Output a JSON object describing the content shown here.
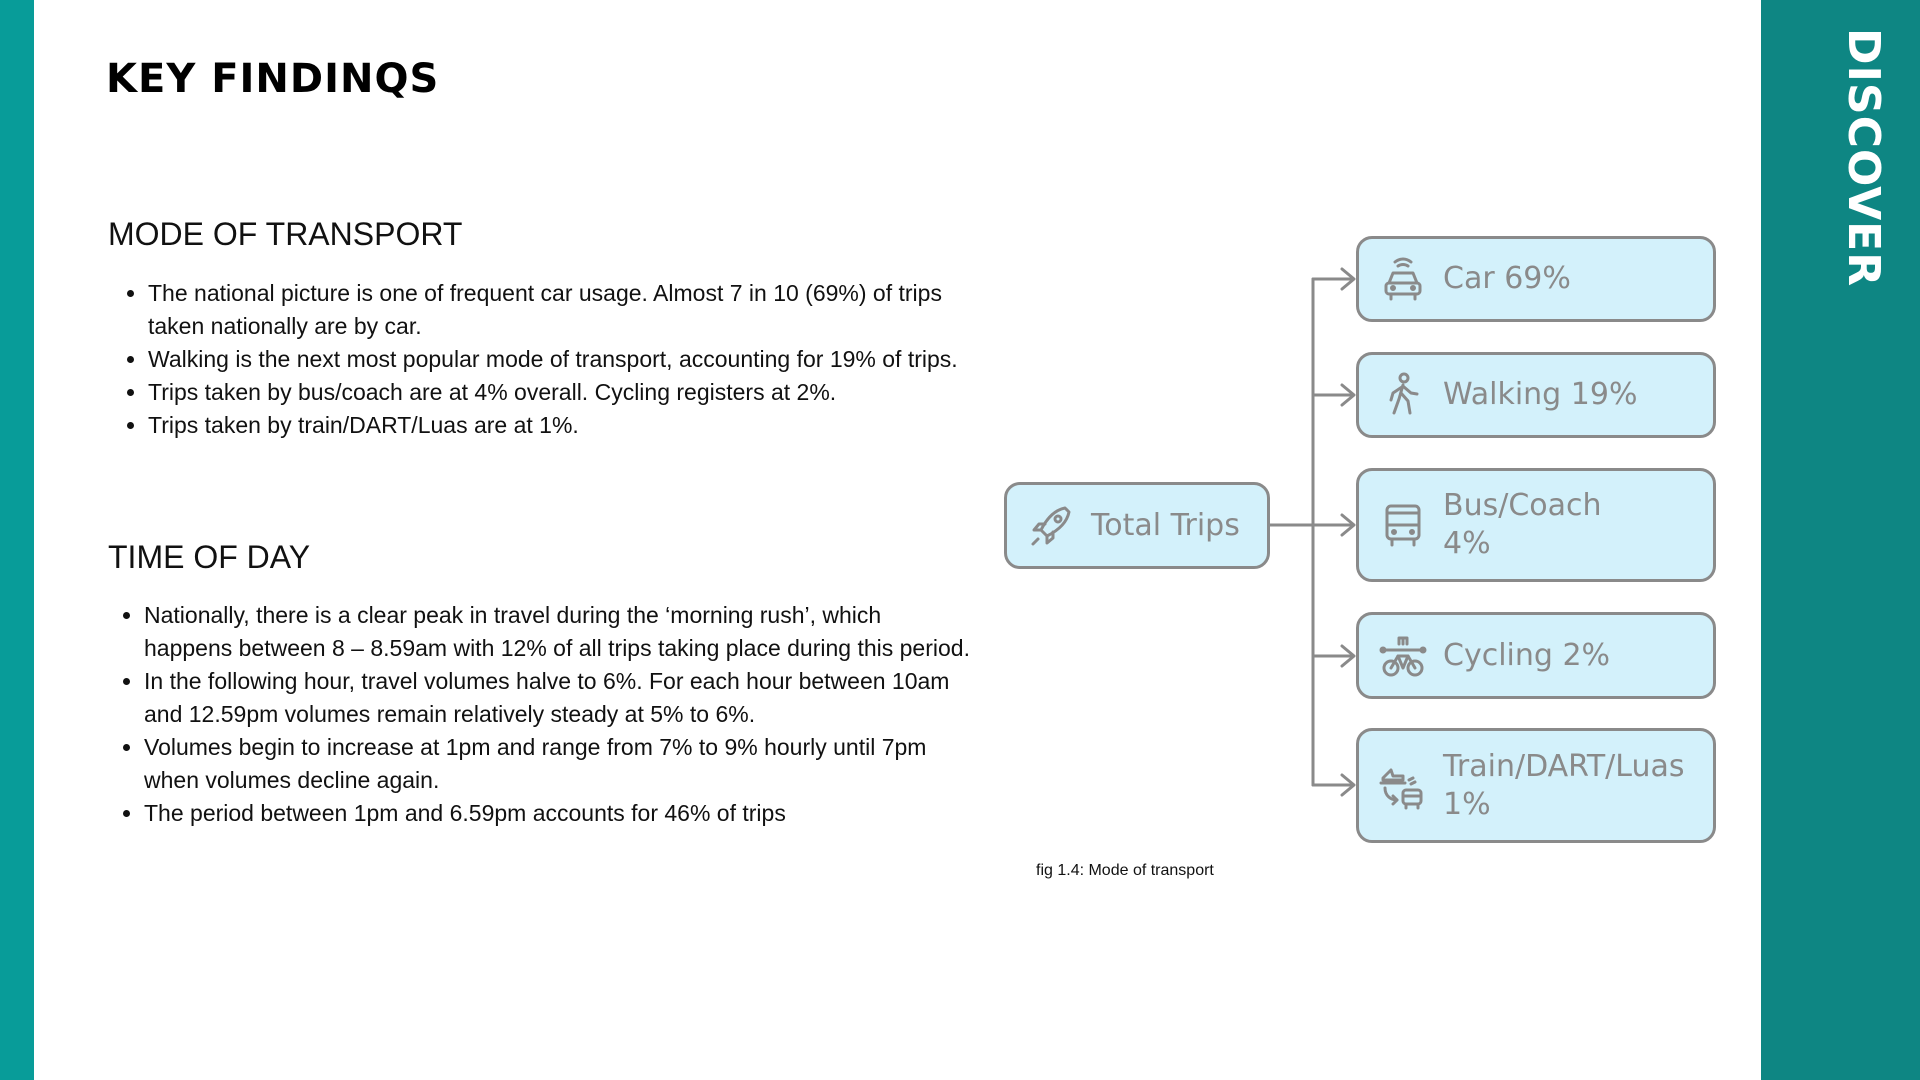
{
  "page_title": "KEY FINDINQS",
  "side_label": "DISCOVER",
  "sections": [
    {
      "heading": "MODE OF TRANSPORT",
      "bullets": [
        " The national picture is one of frequent car usage. Almost 7 in 10 (69%) of trips taken nationally are by car.",
        "Walking is the next most popular mode of transport, accounting for 19% of trips.",
        "Trips taken by bus/coach are at 4% overall. Cycling registers at 2%.",
        "Trips taken by train/DART/Luas are at 1%."
      ]
    },
    {
      "heading": "TIME OF DAY",
      "bullets": [
        " Nationally, there is a clear peak in travel during the ‘morning rush’, which happens between 8 – 8.59am with 12% of all trips taking place during this period.",
        "In the following hour, travel volumes halve to 6%. For each hour between 10am and 12.59pm volumes remain relatively steady at 5% to 6%.",
        "Volumes begin to increase at 1pm and range from 7% to 9% hourly until 7pm when volumes decline again.",
        "The period between 1pm and 6.59pm accounts for 46% of trips"
      ]
    }
  ],
  "diagram": {
    "root": {
      "label": "Total Trips",
      "icon": "rocket-icon"
    },
    "children": [
      {
        "label": "Car 69%",
        "icon": "car-icon"
      },
      {
        "label": "Walking 19%",
        "icon": "walking-icon"
      },
      {
        "label": "Bus/Coach\n4%",
        "icon": "bus-icon"
      },
      {
        "label": "Cycling 2%",
        "icon": "bicycle-icon"
      },
      {
        "label": "Train/DART/Luas\n1%",
        "icon": "train-icon"
      }
    ],
    "caption": "fig 1.4: Mode of transport"
  },
  "colors": {
    "left_stripe": "#089c99",
    "right_panel": "#0e8683",
    "node_fill": "#d3f1fb",
    "node_border": "#8a8a8a"
  }
}
